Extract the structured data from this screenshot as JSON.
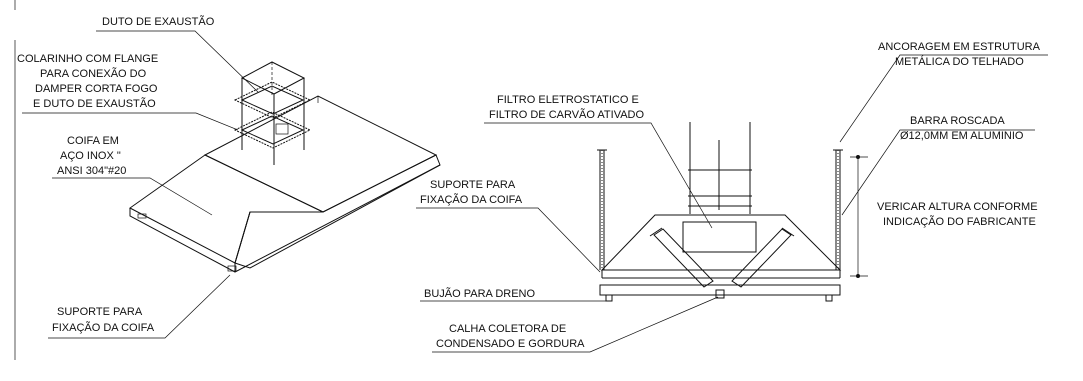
{
  "labels": {
    "duto_exaustao": "DUTO DE EXAUSTÃO",
    "colarinho": [
      "COLARINHO COM FLANGE",
      "PARA CONEXÃO DO",
      "DAMPER CORTA FOGO",
      "E DUTO DE EXAUSTÃO"
    ],
    "coifa_inox": [
      "COIFA EM",
      "AÇO INOX \"",
      "ANSI 304\"#20"
    ],
    "suporte_left": [
      "SUPORTE PARA",
      "FIXAÇÃO DA COIFA"
    ],
    "suporte_mid": [
      "SUPORTE PARA",
      "FIXAÇÃO DA COIFA"
    ],
    "filtro": [
      "FILTRO ELETROSTATICO E",
      "FILTRO DE CARVÃO ATIVADO"
    ],
    "bujao": "BUJÃO PARA DRENO",
    "calha": [
      "CALHA COLETORA DE",
      "CONDENSADO E GORDURA"
    ],
    "ancoragem": [
      "ANCORAGEM EM ESTRUTURA",
      "METÁLICA DO TELHADO"
    ],
    "barra": [
      "BARRA ROSCADA",
      "Ø12,0MM EM ALUMINIO"
    ],
    "verificar": [
      "VERICAR ALTURA CONFORME",
      "INDICAÇÃO DO FABRICANTE"
    ]
  }
}
